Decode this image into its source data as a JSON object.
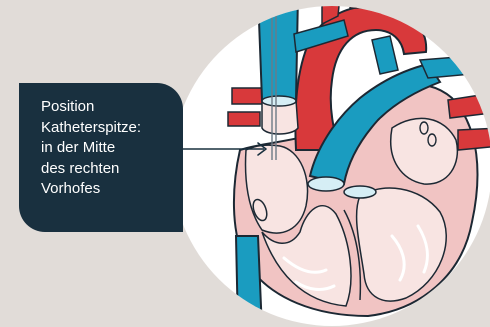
{
  "annotation": {
    "text": "Position\nKatheterspitze:\nin der Mitte\ndes rechten\nVorhofes"
  },
  "colors": {
    "background": "#e1dcd8",
    "callout_box": "#19303f",
    "callout_text": "#ffffff",
    "vein_blue": "#1a9cc0",
    "artery_red": "#d8393b",
    "myocardium_pink": "#f1c4c3",
    "chamber_interior": "#f8e4e2",
    "outline": "#1c2833",
    "circle_fill": "#ffffff"
  },
  "icons": [
    "heart-cross-section",
    "catheter-arrow"
  ]
}
